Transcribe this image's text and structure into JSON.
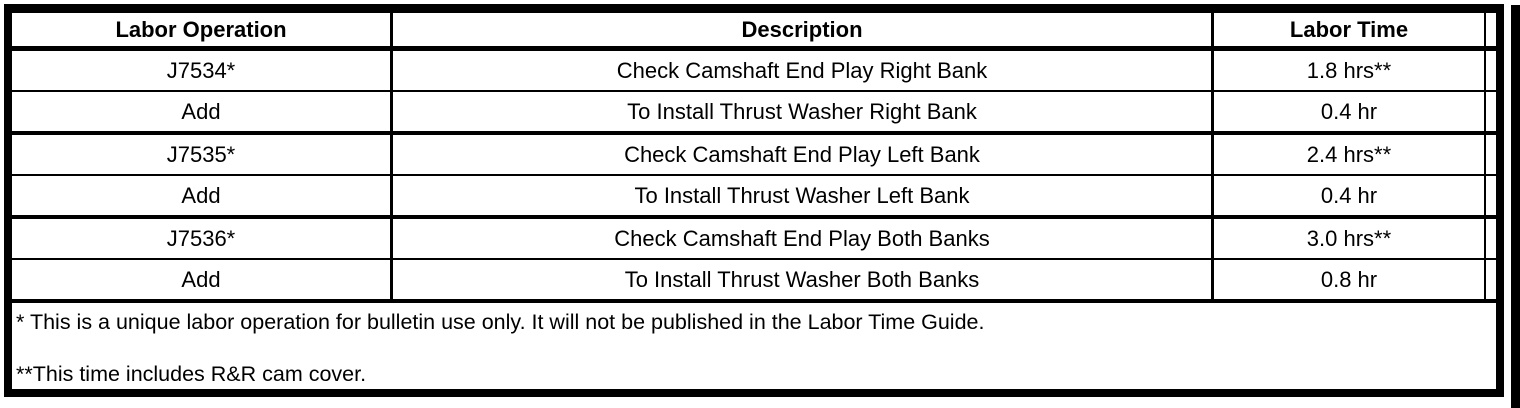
{
  "colors": {
    "border": "#000000",
    "background": "#ffffff",
    "text": "#000000"
  },
  "table": {
    "headers": {
      "operation": "Labor Operation",
      "description": "Description",
      "time": "Labor Time"
    },
    "rows": [
      {
        "operation": "J7534*",
        "description": "Check Camshaft End Play Right Bank",
        "time": "1.8 hrs**"
      },
      {
        "operation": "Add",
        "description": "To Install Thrust Washer Right Bank",
        "time": "0.4 hr"
      },
      {
        "operation": "J7535*",
        "description": "Check Camshaft End Play Left Bank",
        "time": "2.4 hrs**"
      },
      {
        "operation": "Add",
        "description": "To Install Thrust Washer Left Bank",
        "time": "0.4 hr"
      },
      {
        "operation": "J7536*",
        "description": "Check Camshaft End Play Both Banks",
        "time": "3.0 hrs**"
      },
      {
        "operation": "Add",
        "description": "To Install Thrust Washer Both Banks",
        "time": "0.8 hr"
      }
    ],
    "footnotes": [
      "* This is a unique labor operation for bulletin use only. It will not be published in the Labor Time Guide.",
      "**This time includes R&R cam cover."
    ]
  }
}
